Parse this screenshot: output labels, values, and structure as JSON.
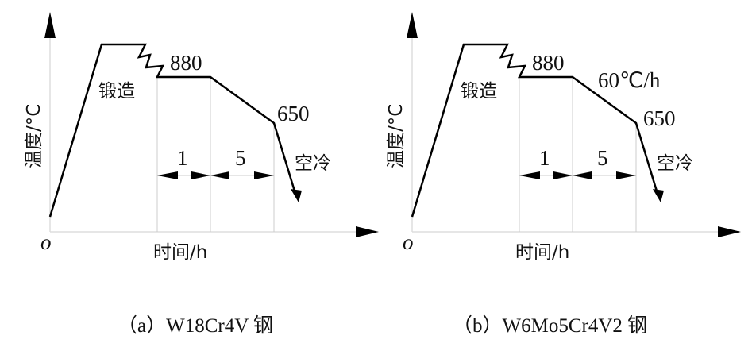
{
  "diagrams": [
    {
      "caption": "（a）W18Cr4V 钢",
      "y_label": "温度/°C",
      "x_label": "时间/h",
      "origin": "o",
      "forging_label": "锻造",
      "hold_temp": "880",
      "end_temp": "650",
      "cooling_rate": "",
      "air_cool_label": "空冷",
      "hold_time": "1",
      "slow_cool_time": "5"
    },
    {
      "caption": "（b）W6Mo5Cr4V2 钢",
      "y_label": "温度/°C",
      "x_label": "时间/h",
      "origin": "o",
      "forging_label": "锻造",
      "hold_temp": "880",
      "end_temp": "650",
      "cooling_rate": "60℃/h",
      "air_cool_label": "空冷",
      "hold_time": "1",
      "slow_cool_time": "5"
    }
  ],
  "colors": {
    "line": "#111111",
    "guide": "#cccccc"
  }
}
